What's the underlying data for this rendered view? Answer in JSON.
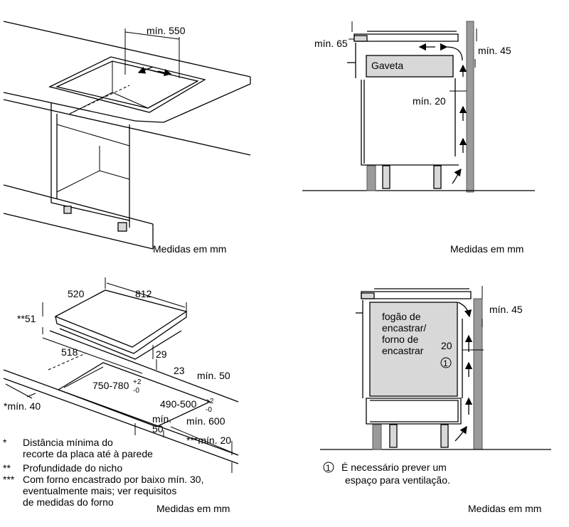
{
  "panel_top_left": {
    "dim_min_550": "mín. 550",
    "caption": "Medidas em mm"
  },
  "panel_top_right": {
    "dim_min_65": "mín. 65",
    "dim_min_45": "mín. 45",
    "drawer_label": "Gaveta",
    "dim_min_20": "mín. 20",
    "caption": "Medidas em mm"
  },
  "panel_bottom_left": {
    "dim_520": "520",
    "dim_812": "812",
    "dim_51": "**51",
    "dim_518": "518",
    "dim_29": "29",
    "dim_23": "23",
    "dim_min_50_a": "mín. 50",
    "dim_750_780": "750-780",
    "tol_750_plus": "+2",
    "tol_750_minus": "-0",
    "dim_490_500": "490-500",
    "tol_490_plus": "+2",
    "tol_490_minus": "-0",
    "dim_min_40": "*mín. 40",
    "dim_min_600": "mín. 600",
    "dim_min_50_b": "mín.",
    "dim_min_50_b2": "50",
    "dim_min_20": "***mín. 20",
    "notes": [
      {
        "mark": "*",
        "lines": [
          "Distância mínima do",
          "recorte da placa até à parede"
        ]
      },
      {
        "mark": "**",
        "lines": [
          "Profundidade do nicho"
        ]
      },
      {
        "mark": "***",
        "lines": [
          "Com forno encastrado por baixo mín. 30,",
          "eventualmente mais; ver requisitos",
          "de medidas do forno"
        ]
      }
    ],
    "caption": "Medidas em mm"
  },
  "panel_bottom_right": {
    "dim_min_45": "mín. 45",
    "oven_label_1": "fogão de",
    "oven_label_2": "encastrar/",
    "oven_label_3": "forno de",
    "oven_label_4": "encastrar",
    "dim_20": "20",
    "marker_1": "1",
    "note_marker": "1",
    "note_line_1": "É necessário prever um",
    "note_line_2": "espaço para ventilação.",
    "caption": "Medidas em mm"
  }
}
